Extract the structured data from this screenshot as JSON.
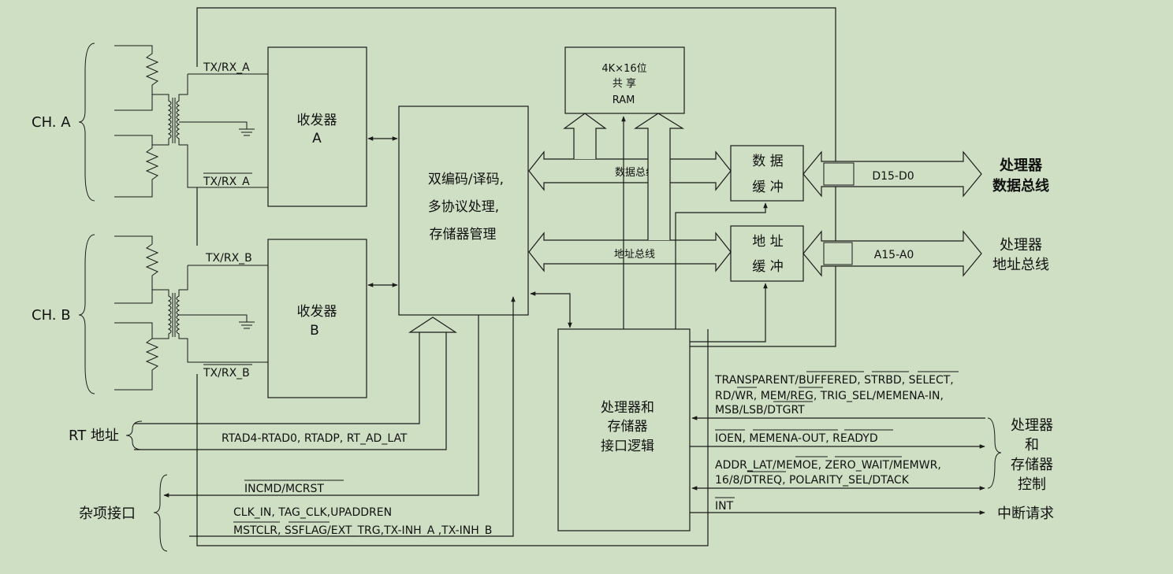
{
  "channels": {
    "a": "CH. A",
    "b": "CH. B"
  },
  "transceiver_a": {
    "line1": "收发器",
    "line2": "A",
    "sig_top": "TX/RX_A",
    "sig_bottom": "TX/RX_A"
  },
  "transceiver_b": {
    "line1": "收发器",
    "line2": "B",
    "sig_top": "TX/RX_B",
    "sig_bottom": "TX/RX_B"
  },
  "codec": {
    "line1": "双编码/译码,",
    "line2": "多协议处理,",
    "line3": "存储器管理"
  },
  "ram": {
    "line1": "4K×16位",
    "line2": "共 享",
    "line3": "RAM"
  },
  "data_bus_label": "数据总线",
  "addr_bus_label": "地址总线",
  "data_buffer": {
    "line1": "数 据",
    "line2": "缓 冲"
  },
  "addr_buffer": {
    "line1": "地 址",
    "line2": "缓 冲"
  },
  "data_ext_bus": "D15-D0",
  "addr_ext_bus": "A15-A0",
  "cpu_data_bus": {
    "line1": "处理器",
    "line2": "数据总线"
  },
  "cpu_addr_bus": {
    "line1": "处理器",
    "line2": "地址总线"
  },
  "logic": {
    "line1": "处理器和",
    "line2": "存储器",
    "line3": "接口逻辑"
  },
  "rt_address": {
    "label": "RT 地址",
    "signals": "RTAD4-RTAD0, RTADP, RT_AD_LAT"
  },
  "misc": {
    "label": "杂项接口",
    "incmd": "INCMD/MCRST",
    "clk": "CLK_IN, TAG_CLK,UPADDREN",
    "mstclr": "MSTCLR, SSFLAG/EXT_TRG,TX-INH_A ,TX-INH_B"
  },
  "control_signals": {
    "line1": "TRANSPARENT/BUFFERED, STRBD, SELECT,",
    "line2": "RD/WR, MEM/REG, TRIG_SEL/MEMENA-IN,",
    "line3": "MSB/LSB/DTGRT",
    "line4": "IOEN, MEMENA-OUT, READYD",
    "line5": "ADDR_LAT/MEMOE, ZERO_WAIT/MEMWR,",
    "line6": "16/8/DTREQ, POLARITY_SEL/DTACK",
    "line7": "INT"
  },
  "cpu_mem_ctrl": {
    "line1": "处理器",
    "line2": "和",
    "line3": "存储器",
    "line4": "控制"
  },
  "interrupt": "中断请求"
}
